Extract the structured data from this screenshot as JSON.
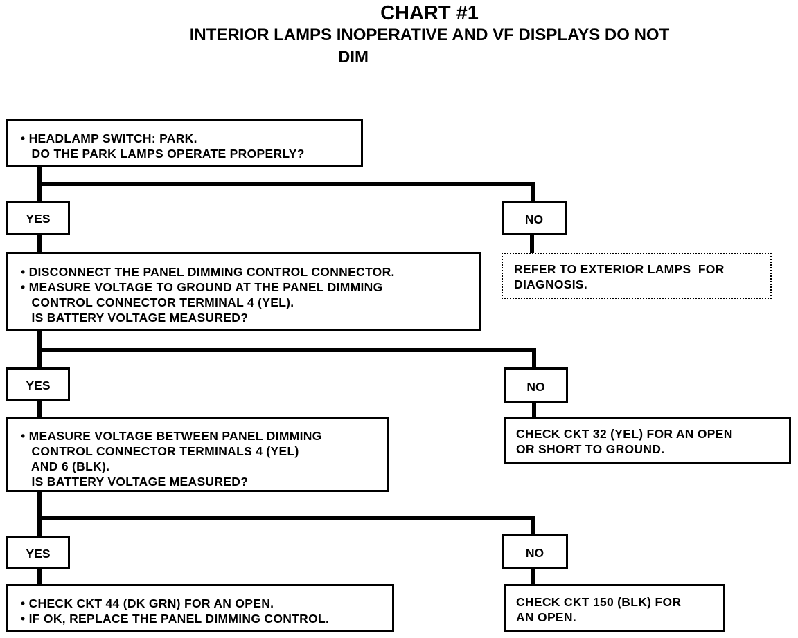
{
  "title": {
    "main": "CHART #1",
    "line1": "INTERIOR LAMPS INOPERATIVE AND VF DISPLAYS DO NOT",
    "line2": "DIM"
  },
  "boxes": {
    "q1": [
      "• HEADLAMP SWITCH: PARK.",
      "   DO THE PARK LAMPS OPERATE PROPERLY?"
    ],
    "yes1": "YES",
    "no1": "NO",
    "q2": [
      "• DISCONNECT THE PANEL DIMMING CONTROL CONNECTOR.",
      "• MEASURE VOLTAGE TO GROUND AT THE PANEL DIMMING",
      "   CONTROL CONNECTOR TERMINAL 4 (YEL).",
      "   IS BATTERY VOLTAGE MEASURED?"
    ],
    "refer": [
      "REFER TO EXTERIOR LAMPS  FOR",
      "DIAGNOSIS."
    ],
    "yes2": "YES",
    "no2": "NO",
    "q3": [
      "• MEASURE VOLTAGE BETWEEN PANEL DIMMING",
      "   CONTROL CONNECTOR TERMINALS 4 (YEL)",
      "   AND 6 (BLK).",
      "   IS BATTERY VOLTAGE MEASURED?"
    ],
    "ckt32": [
      "CHECK CKT 32 (YEL) FOR AN OPEN",
      "OR SHORT TO GROUND."
    ],
    "yes3": "YES",
    "no3": "NO",
    "ckt44": [
      "• CHECK CKT 44 (DK GRN) FOR AN OPEN.",
      "• IF OK, REPLACE THE PANEL DIMMING CONTROL."
    ],
    "ckt150": [
      "CHECK CKT 150 (BLK) FOR",
      "AN OPEN."
    ]
  }
}
